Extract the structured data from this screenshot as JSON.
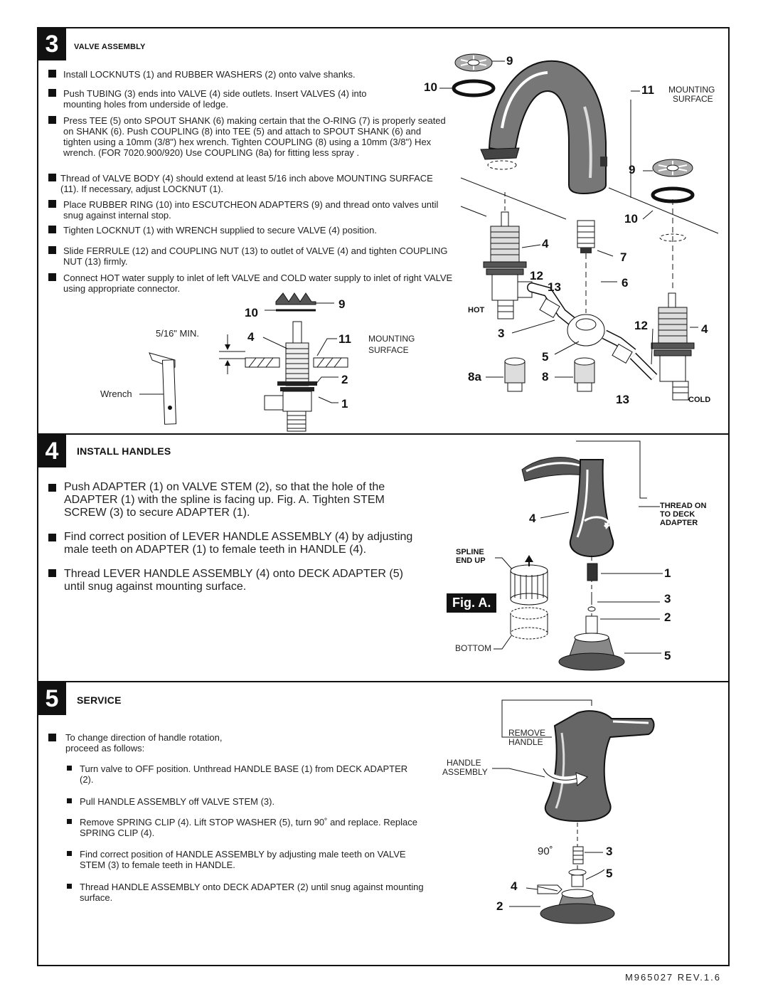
{
  "section3": {
    "step": "3",
    "title": "VALVE ASSEMBLY",
    "instructions": [
      "Install LOCKNUTS (1) and RUBBER WASHERS (2) onto valve shanks.",
      "Push TUBING (3) ends into VALVE (4) side outlets. Insert VALVES (4) into mounting holes from underside of ledge.",
      "Press TEE (5) onto SPOUT SHANK (6) making certain that the O-RING (7) is properly seated on SHANK (6). Push COUPLING (8) into TEE (5) and attach to SPOUT SHANK (6) and tighten using a 10mm (3/8\") hex wrench. Tighten COUPLING (8) using a 10mm (3/8\") Hex wrench. (FOR 7020.900/920) Use COUPLING (8a) for fitting less spray .",
      "Thread of VALVE BODY (4) should extend at least 5/16 inch above MOUNTING SURFACE (11). If necessary, adjust LOCKNUT (1).",
      "Place RUBBER RING (10) into ESCUTCHEON ADAPTERS (9) and thread onto valves until snug against internal stop.",
      "Tighten LOCKNUT (1) with WRENCH supplied to secure VALVE (4) position.",
      "Slide FERRULE (12) and COUPLING NUT (13) to outlet of VALVE (4) and tighten COUPLING NUT (13) firmly.",
      "Connect HOT water supply to inlet of left VALVE and COLD water supply to inlet of right VALVE using appropriate connector."
    ],
    "diagram_small": {
      "min_label": "5/16\" MIN.",
      "wrench_label": "Wrench",
      "mounting_label": "MOUNTING",
      "surface_label": "SURFACE",
      "n9": "9",
      "n10": "10",
      "n4": "4",
      "n11": "11",
      "n2": "2",
      "n1": "1"
    },
    "diagram_large": {
      "mounting_label": "MOUNTING",
      "surface_label": "SURFACE",
      "hot_label": "HOT",
      "cold_label": "COLD",
      "n9a": "9",
      "n10a": "10",
      "n11": "11",
      "n9b": "9",
      "n10b": "10",
      "n4a": "4",
      "n7": "7",
      "n12a": "12",
      "n13a": "13",
      "n6": "6",
      "n3": "3",
      "n12b": "12",
      "n4b": "4",
      "n5": "5",
      "n8a": "8a",
      "n8": "8",
      "n13b": "13"
    }
  },
  "section4": {
    "step": "4",
    "title": "INSTALL HANDLES",
    "instructions": [
      "Push ADAPTER (1) on VALVE STEM (2), so that the hole of the ADAPTER (1) with the spline is facing up. Fig. A. Tighten STEM SCREW (3) to secure ADAPTER (1).",
      "Find correct position of LEVER HANDLE ASSEMBLY (4) by adjusting male teeth on ADAPTER (1) to female teeth in HANDLE (4).",
      "Thread LEVER HANDLE ASSEMBLY (4) onto DECK ADAPTER (5) until snug against mounting surface."
    ],
    "figure": {
      "fig_label": "Fig. A.",
      "thread_on": "THREAD ON",
      "to_deck": "TO DECK",
      "adapter": "ADAPTER",
      "spline": "SPLINE",
      "end_up": "END UP",
      "bottom": "BOTTOM",
      "n4": "4",
      "n1": "1",
      "n3": "3",
      "n2": "2",
      "n5": "5"
    }
  },
  "section5": {
    "step": "5",
    "title": "SERVICE",
    "intro": "To change direction of handle rotation, proceed as follows:",
    "substeps": [
      "Turn valve to OFF position. Unthread HANDLE BASE (1) from DECK ADAPTER (2).",
      "Pull HANDLE ASSEMBLY off VALVE STEM (3).",
      "Remove SPRING CLIP (4). Lift STOP WASHER (5), turn 90˚ and replace. Replace SPRING CLIP (4).",
      "Find correct position of HANDLE ASSEMBLY by adjusting male teeth on VALVE STEM (3) to female teeth in HANDLE.",
      "Thread HANDLE ASSEMBLY onto DECK ADAPTER (2) until snug against mounting surface."
    ],
    "figure": {
      "remove": "REMOVE",
      "handle": "HANDLE",
      "handle2": "HANDLE",
      "assembly": "ASSEMBLY",
      "deg": "90˚",
      "n3": "3",
      "n5": "5",
      "n4": "4",
      "n2": "2"
    }
  },
  "footer": "M965027 REV.1.6"
}
